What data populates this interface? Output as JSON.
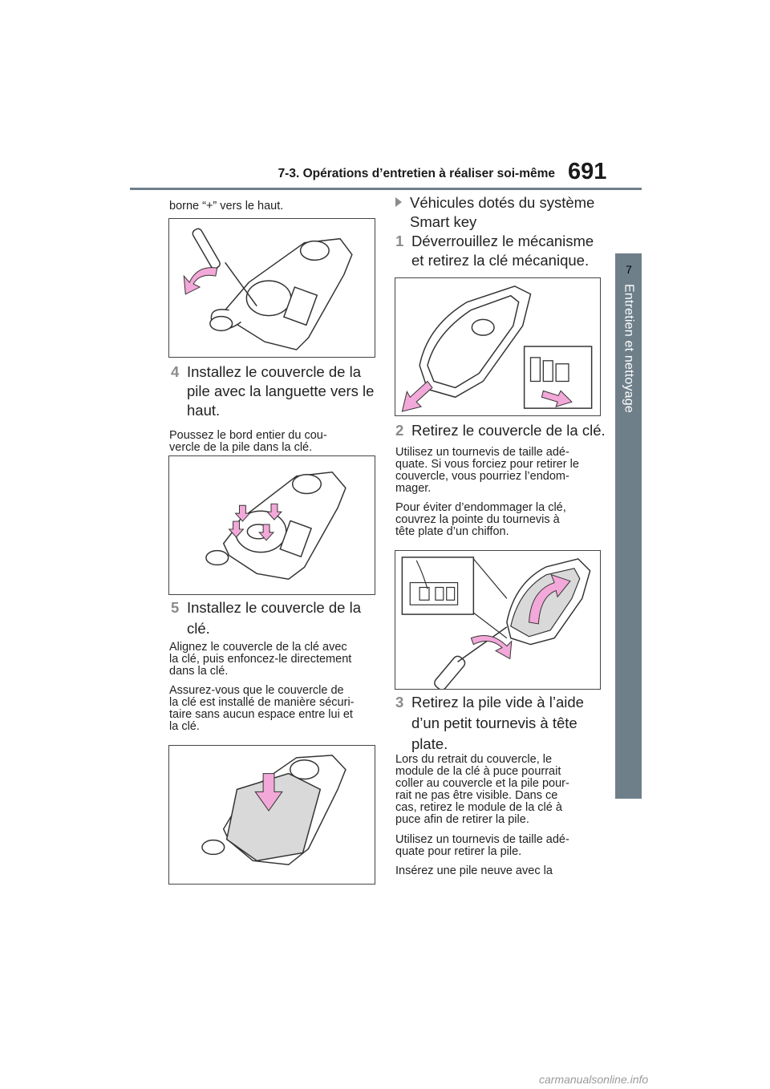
{
  "header": {
    "section_title": "7-3. Opérations d’entretien à réaliser soi-même",
    "page_number": "691"
  },
  "side_tab": {
    "number": "7",
    "label": "Entretien et nettoyage"
  },
  "left_column": {
    "intro_text": "borne “+” vers le haut.",
    "step4": {
      "number": "4",
      "lines": [
        "Installez le couvercle de la",
        "pile avec la languette vers le",
        "haut."
      ]
    },
    "step4_note_lines": [
      "Poussez le bord entier du cou-",
      "vercle de la pile dans la clé."
    ],
    "step5": {
      "number": "5",
      "lines": [
        "Installez le couvercle de la",
        "clé."
      ]
    },
    "step5_note1_lines": [
      "Alignez le couvercle de la clé avec",
      "la clé, puis enfoncez-le directement",
      "dans la clé."
    ],
    "step5_note2_lines": [
      "Assurez-vous que le couvercle de",
      "la clé est installé de manière sécuri-",
      "taire sans aucun espace entre lui et",
      "la clé."
    ]
  },
  "right_column": {
    "subheading_lines": [
      "Véhicules dotés du système",
      "Smart key"
    ],
    "step1": {
      "number": "1",
      "lines": [
        "Déverrouillez le mécanisme",
        "et retirez la clé mécanique."
      ]
    },
    "step2": {
      "number": "2",
      "lines": [
        "Retirez le couvercle de la clé."
      ]
    },
    "step2_note1_lines": [
      "Utilisez un tournevis de taille adé-",
      "quate. Si vous forciez pour retirer le",
      "couvercle, vous pourriez l’endom-",
      "mager."
    ],
    "step2_note2_lines": [
      "Pour éviter d’endommager la clé,",
      "couvrez la pointe du tournevis à",
      "tête plate d’un chiffon."
    ],
    "step3": {
      "number": "3",
      "lines": [
        "Retirez la pile vide à l’aide",
        "d’un petit tournevis à tête",
        "plate."
      ]
    },
    "step3_note1_lines": [
      "Lors du retrait du couvercle, le",
      "module de la clé à puce pourrait",
      "coller au couvercle et la pile pour-",
      "rait ne pas être visible. Dans ce",
      "cas, retirez le module de la clé à",
      "puce afin de retirer la pile."
    ],
    "step3_note2_lines": [
      "Utilisez un tournevis de taille adé-",
      "quate pour retirer la pile."
    ],
    "step3_note3_lines": [
      "Insérez une pile neuve avec la"
    ]
  },
  "footer": {
    "watermark": "carmanualsonline.info"
  },
  "colors": {
    "accent_pink": "#f2a8d8",
    "header_gray": "#6f7f8a",
    "step_number_gray": "#8b8b8b"
  }
}
